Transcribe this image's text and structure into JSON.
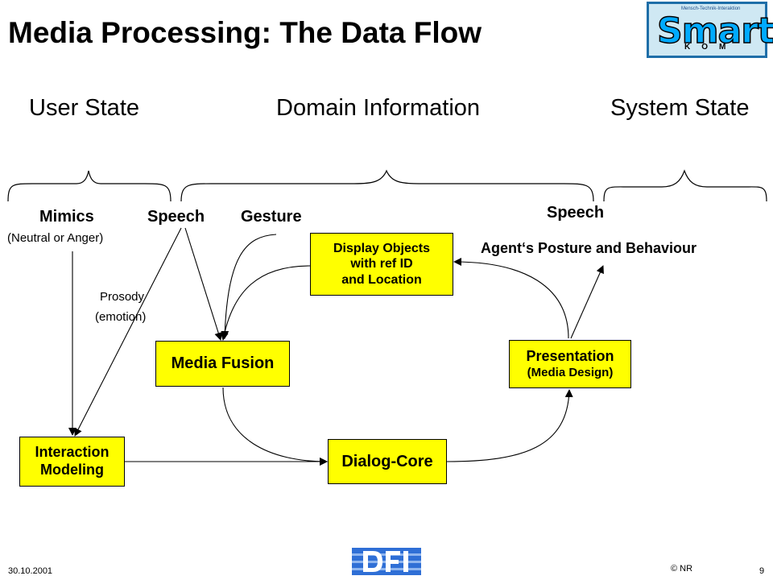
{
  "title": "Media Processing: The Data Flow",
  "sections": {
    "user_state": "User State",
    "domain_information": "Domain Information",
    "system_state": "System State"
  },
  "inputs": {
    "mimics": "Mimics",
    "mimics_sub": "(Neutral  or Anger)",
    "speech_in": "Speech",
    "gesture": "Gesture",
    "prosody": "Prosody",
    "emotion": "(emotion)"
  },
  "outputs": {
    "speech_out": "Speech",
    "agent": "Agent‘s Posture and Behaviour"
  },
  "boxes": {
    "display_objects": [
      "Display Objects",
      "with ref ID",
      "and Location"
    ],
    "media_fusion": "Media Fusion",
    "presentation": "Presentation",
    "presentation_sub": "(Media Design)",
    "interaction_modeling": [
      "Interaction",
      "Modeling"
    ],
    "dialog_core": "Dialog-Core"
  },
  "logo": {
    "word": "Smart",
    "sub": "KOM",
    "tagline": "Mensch-Technik-Interaktion"
  },
  "footer": {
    "date": "30.10.2001",
    "copyright": "©  NR",
    "page": "9"
  },
  "colors": {
    "box_fill": "#ffff00",
    "logo_blue": "#00aaff",
    "logo_border": "#1e6ea8",
    "dfki_blue": "#2f6fd6"
  }
}
